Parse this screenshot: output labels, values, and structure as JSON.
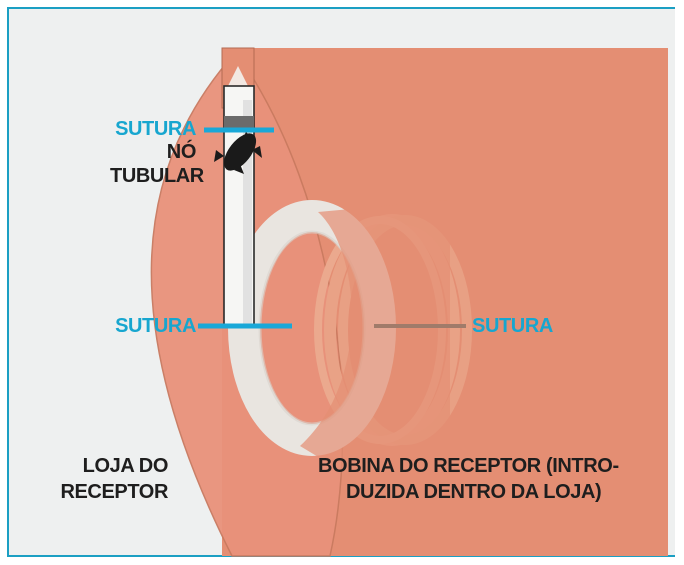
{
  "labels": {
    "sutura_top": "SUTURA",
    "no_tubular_line1": "NÓ",
    "no_tubular_line2": "TUBULAR",
    "sutura_mid_left": "SUTURA",
    "sutura_mid_right": "SUTURA",
    "loja_line1": "LOJA DO",
    "loja_line2": "RECEPTOR",
    "bobina_line1": "BOBINA DO RECEPTOR (INTRO-",
    "bobina_line2": "DUZIDA DENTRO DA LOJA)"
  },
  "colors": {
    "frame_border": "#1b9fc3",
    "background": "#eef0f0",
    "pocket_fill": "#e48e73",
    "pocket_edge": "#c97a60",
    "skin_fill": "#e8917a",
    "coil": "#e8e4df",
    "coil_shadow": "#d6d0ca",
    "suture_blue": "#19a8d8",
    "suture_brown": "#a07b6a",
    "label_teal": "#17a6cf",
    "label_dark": "#1e1e1e"
  },
  "icons": {
    "knot": "tied-knot-icon"
  }
}
